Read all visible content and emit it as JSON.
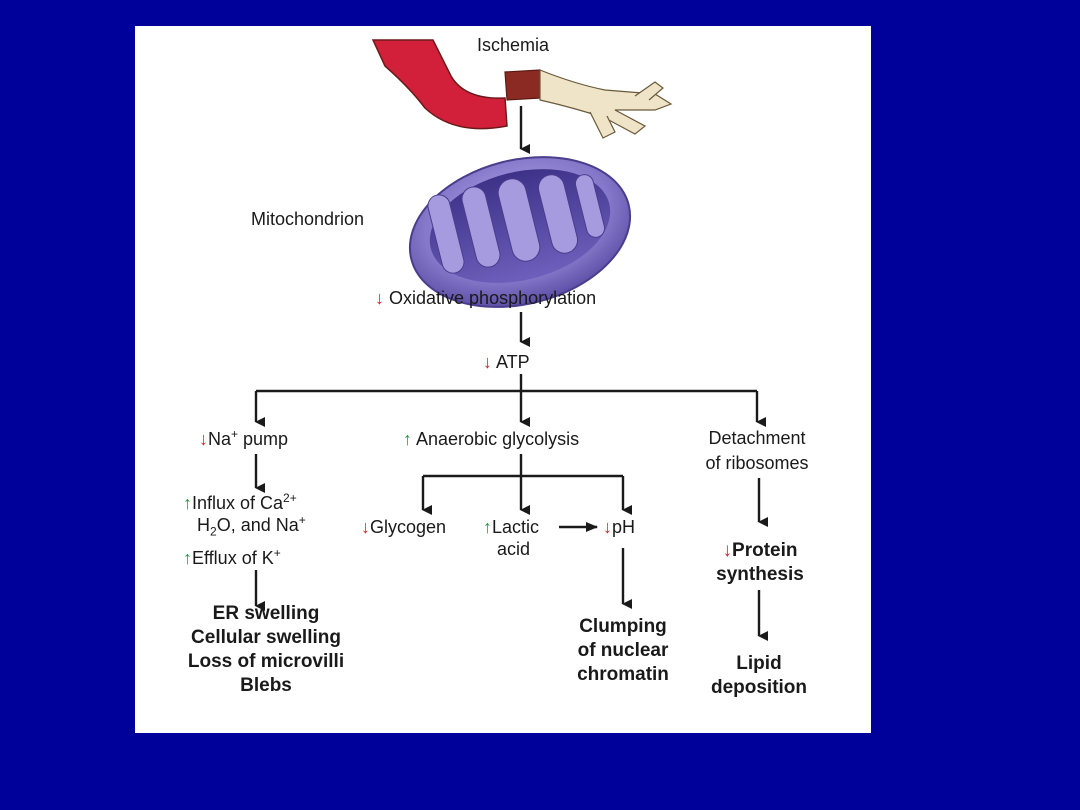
{
  "labels": {
    "ischemia": "Ischemia",
    "mitochondrion": "Mitochondrion",
    "oxidative": "Oxidative phosphorylation",
    "atp": "ATP",
    "na_pump": "Na",
    "na_pump_sup": "+",
    "na_pump_rest": " pump",
    "anaerobic": "Anaerobic glycolysis",
    "detachment_1": "Detachment",
    "detachment_2": "of ribosomes",
    "influx_a": "Influx of Ca",
    "influx_sup": "2+",
    "influx_h": "H",
    "influx_sub": "2",
    "influx_b": "O, and Na",
    "influx_sup2": "+",
    "efflux": "Efflux of K",
    "efflux_sup": "+",
    "glycogen": "Glycogen",
    "lactic_1": "Lactic",
    "lactic_2": "acid",
    "ph": "pH",
    "protein_1": "Protein",
    "protein_2": "synthesis",
    "er_1": "ER swelling",
    "er_2": "Cellular swelling",
    "er_3": "Loss of microvilli",
    "er_4": "Blebs",
    "clump_1": "Clumping",
    "clump_2": "of nuclear",
    "clump_3": "chromatin",
    "lipid_1": "Lipid",
    "lipid_2": "deposition"
  },
  "symbols": {
    "up": "↑",
    "down": "↓"
  },
  "colors": {
    "background": "#00009a",
    "panel": "#ffffff",
    "increase": "#1c9a3c",
    "decrease": "#d8222a",
    "artery": "#d3203a",
    "mitochondrion": "#8c7fd0"
  }
}
